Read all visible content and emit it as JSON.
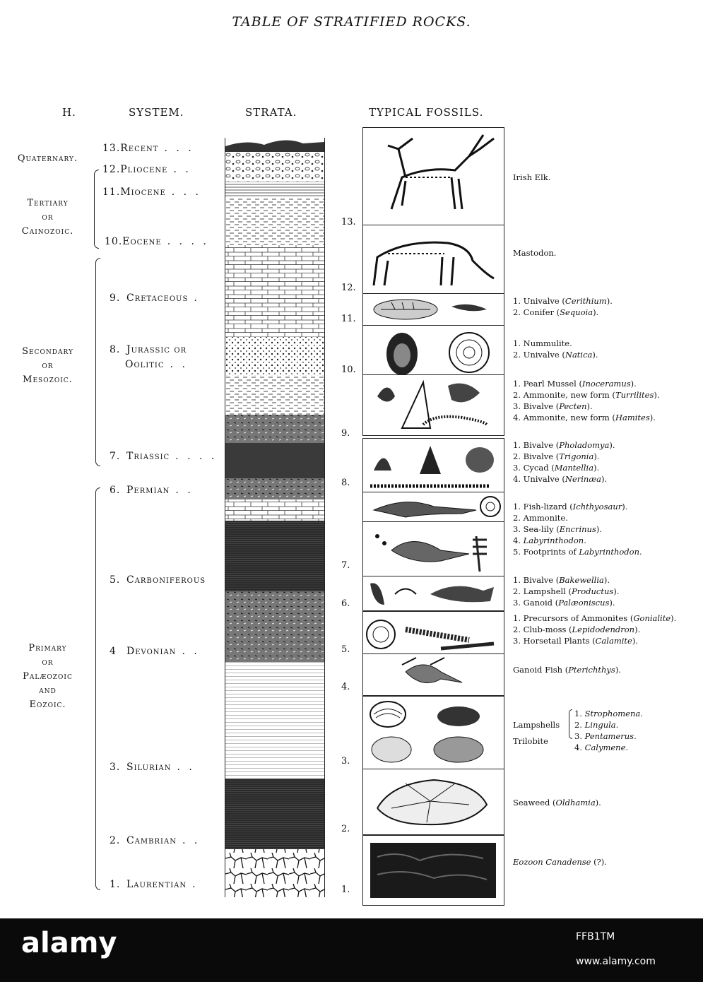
{
  "title": "TABLE OF STRATIFIED ROCKS.",
  "headers": {
    "h": "H.",
    "system": "SYSTEM.",
    "strata": "STRATA.",
    "fossils": "TYPICAL FOSSILS."
  },
  "eras": [
    {
      "lines": [
        "Quaternary."
      ]
    },
    {
      "lines": [
        "Tertiary",
        "or",
        "Cainozoic."
      ]
    },
    {
      "lines": [
        "Secondary",
        "or",
        "Mesozoic."
      ]
    },
    {
      "lines": [
        "Primary",
        "or",
        "Palæozoic",
        "and",
        "Eozoic."
      ]
    }
  ],
  "systems": [
    {
      "num": "13.",
      "name": "Recent",
      "dots": ". . ."
    },
    {
      "num": "12.",
      "name": "Pliocene",
      "dots": ". ."
    },
    {
      "num": "11.",
      "name": "Miocene",
      "dots": ". . ."
    },
    {
      "num": "10.",
      "name": "Eocene",
      "dots": ". . . ."
    },
    {
      "num": "9.",
      "name": "Cretaceous",
      "dots": "."
    },
    {
      "num": "8.",
      "name": "Jurassic or",
      "dots": ""
    },
    {
      "num": "",
      "name": "Oolitic",
      "dots": ". ."
    },
    {
      "num": "7.",
      "name": "Triassic",
      "dots": ". . . ."
    },
    {
      "num": "6.",
      "name": "Permian",
      "dots": ". ."
    },
    {
      "num": "5.",
      "name": "Carboniferous",
      "dots": ""
    },
    {
      "num": "4",
      "name": "Devonian",
      "dots": ". ."
    },
    {
      "num": "3.",
      "name": "Silurian",
      "dots": ". ."
    },
    {
      "num": "2.",
      "name": "Cambrian",
      "dots": ". ."
    },
    {
      "num": "1.",
      "name": "Laurentian",
      "dots": "."
    }
  ],
  "fossil_numbers": [
    "13.",
    "12.",
    "11.",
    "10.",
    "9.",
    "8.",
    "7.",
    "6.",
    "5.",
    "4.",
    "3.",
    "2.",
    "1."
  ],
  "fossil_captions": [
    {
      "lines": [
        [
          [
            "Irish Elk.",
            false
          ]
        ]
      ]
    },
    {
      "lines": [
        [
          [
            "Mastodon.",
            false
          ]
        ]
      ]
    },
    {
      "lines": [
        [
          [
            "1. Univalve (",
            false
          ],
          [
            "Cerithium",
            true
          ],
          [
            ").",
            false
          ]
        ],
        [
          [
            "2. Conifer (",
            false
          ],
          [
            "Sequoia",
            true
          ],
          [
            ").",
            false
          ]
        ]
      ]
    },
    {
      "lines": [
        [
          [
            "1. Nummulite.",
            false
          ]
        ],
        [
          [
            "2. Univalve (",
            false
          ],
          [
            "Natica",
            true
          ],
          [
            ").",
            false
          ]
        ]
      ]
    },
    {
      "lines": [
        [
          [
            "1. Pearl Mussel (",
            false
          ],
          [
            "Inoceramus",
            true
          ],
          [
            ").",
            false
          ]
        ],
        [
          [
            "2. Ammonite, new form (",
            false
          ],
          [
            "Turrilites",
            true
          ],
          [
            ").",
            false
          ]
        ],
        [
          [
            "3. Bivalve (",
            false
          ],
          [
            "Pecten",
            true
          ],
          [
            ").",
            false
          ]
        ],
        [
          [
            "4. Ammonite, new form (",
            false
          ],
          [
            "Hamites",
            true
          ],
          [
            ").",
            false
          ]
        ]
      ]
    },
    {
      "lines": [
        [
          [
            "1. Bivalve (",
            false
          ],
          [
            "Pholadomya",
            true
          ],
          [
            ").",
            false
          ]
        ],
        [
          [
            "2. Bivalve (",
            false
          ],
          [
            "Trigonia",
            true
          ],
          [
            ").",
            false
          ]
        ],
        [
          [
            "3. Cycad (",
            false
          ],
          [
            "Mantellia",
            true
          ],
          [
            ").",
            false
          ]
        ],
        [
          [
            "4. Univalve (",
            false
          ],
          [
            "Nerinæa",
            true
          ],
          [
            ").",
            false
          ]
        ]
      ]
    },
    {
      "lines": [
        [
          [
            "1. Fish-lizard (",
            false
          ],
          [
            "Ichthyosaur",
            true
          ],
          [
            ").",
            false
          ]
        ],
        [
          [
            "2. Ammonite.",
            false
          ]
        ],
        [
          [
            "3. Sea-lily (",
            false
          ],
          [
            "Encrinus",
            true
          ],
          [
            ").",
            false
          ]
        ],
        [
          [
            "4. ",
            false
          ],
          [
            "Labyrinthodon",
            true
          ],
          [
            ".",
            false
          ]
        ],
        [
          [
            "5. Footprints of ",
            false
          ],
          [
            "Labyrinthodon",
            true
          ],
          [
            ".",
            false
          ]
        ]
      ]
    },
    {
      "lines": [
        [
          [
            "1. Bivalve (",
            false
          ],
          [
            "Bakewellia",
            true
          ],
          [
            ").",
            false
          ]
        ],
        [
          [
            "2. Lampshell (",
            false
          ],
          [
            "Productus",
            true
          ],
          [
            ").",
            false
          ]
        ],
        [
          [
            "3. Ganoid (",
            false
          ],
          [
            "Palæoniscus",
            true
          ],
          [
            ").",
            false
          ]
        ]
      ]
    },
    {
      "lines": [
        [
          [
            "1. Precursors of Ammonites (",
            false
          ],
          [
            "Gonialite",
            true
          ],
          [
            ").",
            false
          ]
        ],
        [
          [
            "2. Club-moss (",
            false
          ],
          [
            "Lepidodendron",
            true
          ],
          [
            ").",
            false
          ]
        ],
        [
          [
            "3. Horsetail Plants (",
            false
          ],
          [
            "Calamite",
            true
          ],
          [
            ").",
            false
          ]
        ]
      ]
    },
    {
      "lines": [
        [
          [
            "Ganoid Fish (",
            false
          ],
          [
            "Pterichthys",
            true
          ],
          [
            ").",
            false
          ]
        ]
      ]
    },
    {
      "lines": [
        [
          [
            "Lampshells",
            false
          ]
        ],
        [
          [
            "Trilobite",
            false
          ]
        ]
      ]
    },
    {
      "lines": [
        [
          [
            "Seaweed (",
            false
          ],
          [
            "Oldhamia",
            true
          ],
          [
            ").",
            false
          ]
        ]
      ]
    },
    {
      "lines": [
        [
          [
            "Eozoon Canadense",
            true
          ],
          [
            " (?).",
            false
          ]
        ]
      ]
    }
  ],
  "lampshell_items": [
    [
      [
        "1. ",
        false
      ],
      [
        "Strophomena.",
        true
      ]
    ],
    [
      [
        "2. ",
        false
      ],
      [
        "Lingula.",
        true
      ]
    ],
    [
      [
        "3. ",
        false
      ],
      [
        "Pentamerus.",
        true
      ]
    ],
    [
      [
        "4. ",
        false
      ],
      [
        "Calymene.",
        true
      ]
    ]
  ],
  "watermark": {
    "brand": "alamy",
    "image_id": "FFB1TM",
    "url": "www.alamy.com"
  }
}
